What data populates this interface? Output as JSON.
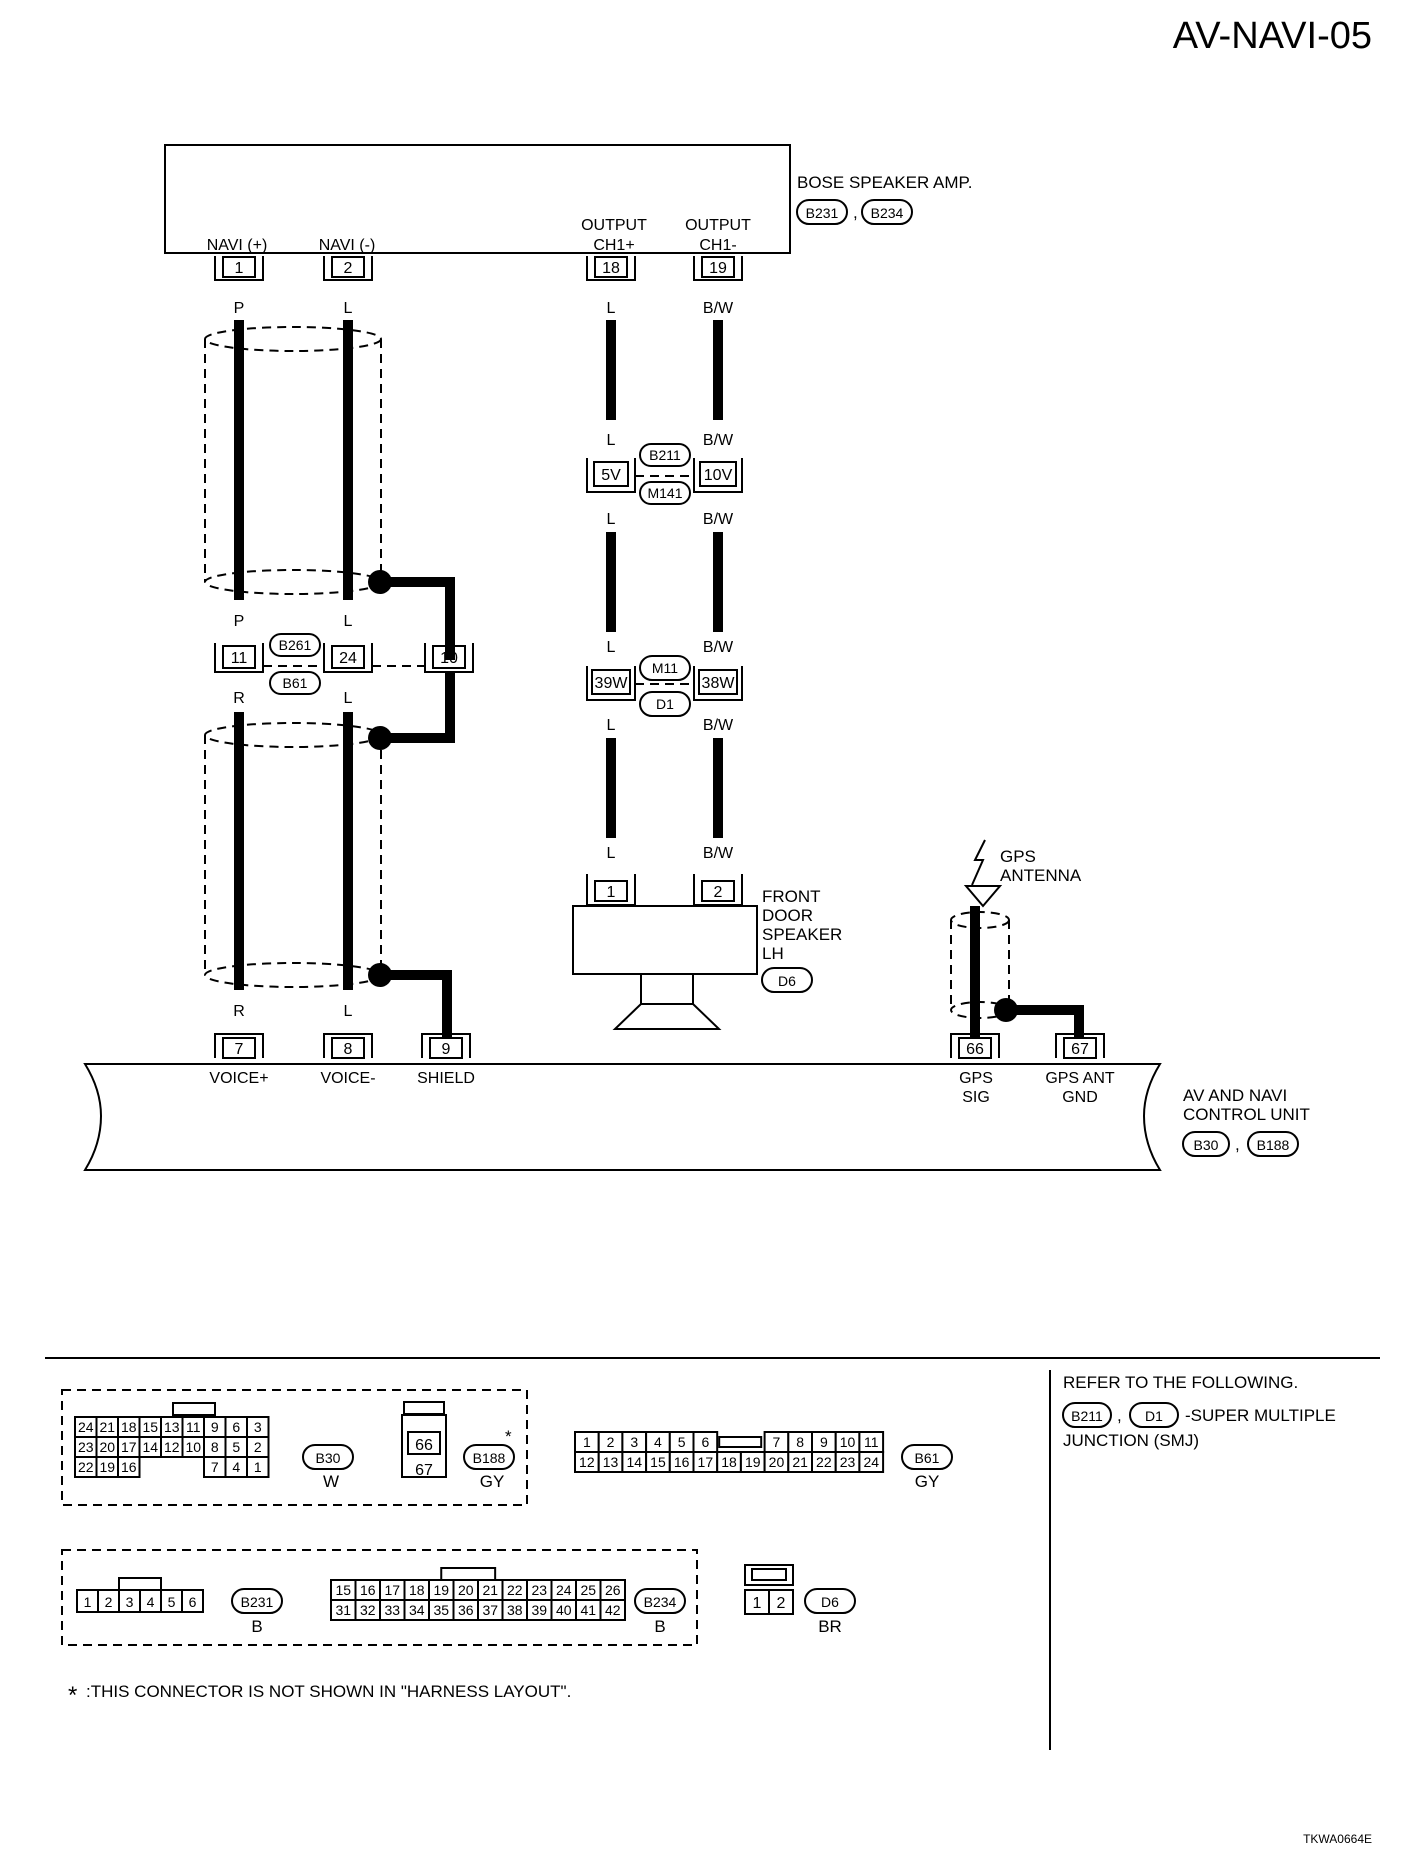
{
  "page_code": "AV-NAVI-05",
  "figure_code": "TKWA0664E",
  "bose_amp": {
    "title": "BOSE SPEAKER AMP.",
    "connectors": [
      "B231",
      "B234"
    ],
    "separator": ",",
    "terminals": [
      {
        "pin": "1",
        "name": "NAVI (+)",
        "wire": "P"
      },
      {
        "pin": "2",
        "name": "NAVI (-)",
        "wire": "L"
      },
      {
        "pin": "18",
        "name_line1": "OUTPUT",
        "name_line2": "CH1+",
        "wire": "L"
      },
      {
        "pin": "19",
        "name_line1": "OUTPUT",
        "name_line2": "CH1-",
        "wire": "B/W"
      }
    ]
  },
  "joint_b211": {
    "connector_top": "B211",
    "connector_bottom": "M141",
    "pin_left": "5V",
    "pin_right": "10V",
    "wire_left_in": "L",
    "wire_right_in": "B/W",
    "wire_left_out": "L",
    "wire_right_out": "B/W"
  },
  "joint_m11": {
    "connector_top": "M11",
    "connector_bottom": "D1",
    "pin_left": "39W",
    "pin_right": "38W",
    "wire_left_in": "L",
    "wire_right_in": "B/W",
    "wire_left_out": "L",
    "wire_right_out": "B/W"
  },
  "joint_b261": {
    "connector_top": "B261",
    "connector_bottom": "B61",
    "pin_a": "11",
    "pin_b": "24",
    "pin_shield": "10",
    "wire_a_in": "P",
    "wire_b_in": "L",
    "wire_a_out": "R",
    "wire_b_out": "L"
  },
  "front_speaker": {
    "line1": "FRONT",
    "line2": "DOOR",
    "line3": "SPEAKER",
    "line4": "LH",
    "connector": "D6",
    "pin1": "1",
    "pin2": "2",
    "wire1": "L",
    "wire2": "B/W"
  },
  "gps_antenna": {
    "line1": "GPS",
    "line2": "ANTENNA"
  },
  "control_unit": {
    "line1": "AV AND NAVI",
    "line2": "CONTROL UNIT",
    "connectors": [
      "B30",
      "B188"
    ],
    "separator": ",",
    "terminals": [
      {
        "pin": "7",
        "name": "VOICE+",
        "wire": "R"
      },
      {
        "pin": "8",
        "name": "VOICE-",
        "wire": "L"
      },
      {
        "pin": "9",
        "name": "SHIELD"
      },
      {
        "pin": "66",
        "name_line1": "GPS",
        "name_line2": "SIG"
      },
      {
        "pin": "67",
        "name_line1": "GPS ANT",
        "name_line2": "GND"
      }
    ]
  },
  "refer": {
    "line1": "REFER TO THE FOLLOWING.",
    "conn1": "B211",
    "sep": ",",
    "conn2": "D1",
    "text": "-SUPER MULTIPLE",
    "line3": "JUNCTION (SMJ)"
  },
  "connector_views": {
    "b30": {
      "id": "B30",
      "color": "W",
      "rows": [
        [
          "24",
          "21",
          "18",
          "15",
          "13",
          "11",
          "9",
          "6",
          "3"
        ],
        [
          "23",
          "20",
          "17",
          "14",
          "12",
          "10",
          "8",
          "5",
          "2"
        ],
        [
          "22",
          "19",
          "16",
          "7",
          "4",
          "1"
        ]
      ]
    },
    "b188": {
      "id": "B188",
      "color": "GY",
      "pins": [
        "66",
        "67"
      ],
      "star": "*"
    },
    "b61": {
      "id": "B61",
      "color": "GY",
      "rows": [
        [
          "1",
          "2",
          "3",
          "4",
          "5",
          "6",
          "7",
          "8",
          "9",
          "10",
          "11"
        ],
        [
          "12",
          "13",
          "14",
          "15",
          "16",
          "17",
          "18",
          "19",
          "20",
          "21",
          "22",
          "23",
          "24"
        ]
      ]
    },
    "b231": {
      "id": "B231",
      "color": "B",
      "pins": [
        "1",
        "2",
        "3",
        "4",
        "5",
        "6"
      ]
    },
    "b234": {
      "id": "B234",
      "color": "B",
      "rows": [
        [
          "15",
          "16",
          "17",
          "18",
          "19",
          "20",
          "21",
          "22",
          "23",
          "24",
          "25",
          "26"
        ],
        [
          "31",
          "32",
          "33",
          "34",
          "35",
          "36",
          "37",
          "38",
          "39",
          "40",
          "41",
          "42"
        ]
      ]
    },
    "d6": {
      "id": "D6",
      "color": "BR",
      "pins": [
        "1",
        "2"
      ]
    }
  },
  "footnote": {
    "star": "*",
    "text": ":THIS CONNECTOR IS NOT SHOWN IN \"HARNESS LAYOUT\"."
  }
}
